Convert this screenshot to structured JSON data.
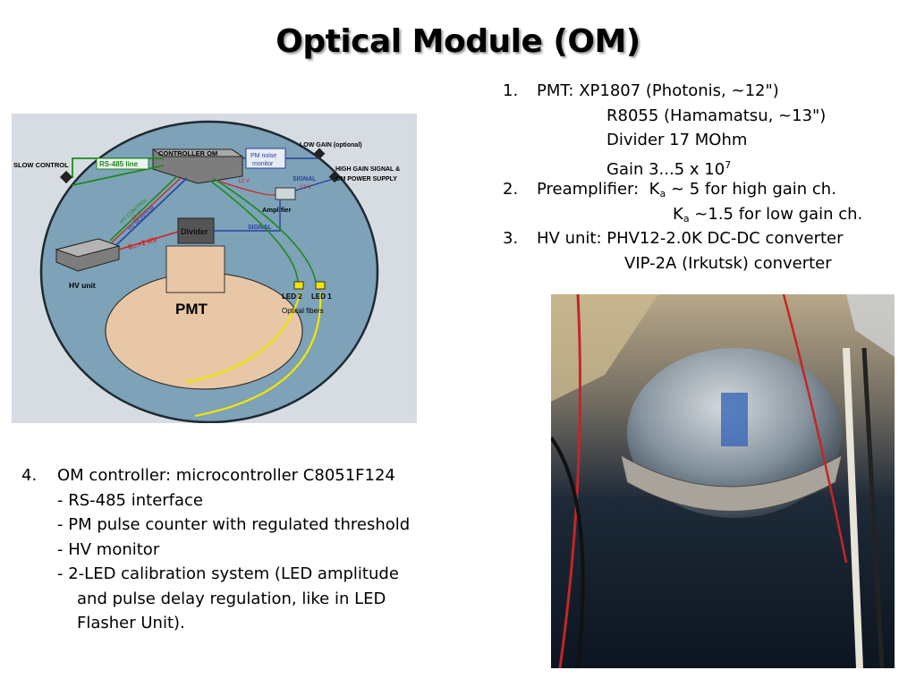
{
  "title": "Optical Module (OM)",
  "specs": [
    {
      "num": "1.",
      "lines": [
        "PMT:   XP1807 (Photonis,      ~12\")",
        "R8055  (Hamamatsu,  ~13\")",
        "Divider 17 MOhm",
        "Gain  3...5 x 10",
        "7"
      ]
    },
    {
      "num": "2.",
      "label": "Preamplifier:",
      "k": "K",
      "k_sub": "a",
      "high": " ~ 5  for high gain ch.",
      "low": " ~1.5 for low gain ch."
    },
    {
      "num": "3.",
      "lines": [
        "HV unit:  PHV12-2.0K DC-DC converter",
        "VIP-2A (Irkutsk)  converter"
      ]
    }
  ],
  "controller": {
    "num": "4.",
    "title": "OM  controller: microcontroller C8051F124",
    "items": [
      "- RS-485 interface",
      "- PM pulse counter with regulated threshold",
      "- HV monitor",
      "- 2-LED calibration system  (LED amplitude",
      "and pulse delay regulation, like in LED",
      "Flasher Unit)."
    ]
  },
  "diagram": {
    "controller_om": "CONTROLLER OM",
    "slow_control": "SLOW CONTROL",
    "rs485_line": "RS-485 line",
    "pm_noise": "PM noise",
    "monitor": "monitor",
    "low_gain": "LOW GAIN (optional)",
    "high_gain": "HIGH GAIN SIGNAL &",
    "om_power": "OM POWER SUPPLY",
    "signal": "SIGNAL",
    "v12": "12 V",
    "amplifier": "Amplifier",
    "hv_control": "HV CONTROL",
    "hv_monitor": "HV MONITOR",
    "kv": "0...+2 KV",
    "divider": "Divider",
    "hv_unit": "HV unit",
    "pmt": "PMT",
    "led2": "LED 2",
    "led1": "LED 1",
    "optical_fibers": "Optical fibers",
    "colors": {
      "background": "#d6dce1",
      "sphere": "#7ea2b7",
      "pmt": "#e8c7a6",
      "green": "#1c8a1c",
      "blue": "#2a3fa0",
      "red": "#d42020",
      "yellow": "#f2e600"
    }
  }
}
